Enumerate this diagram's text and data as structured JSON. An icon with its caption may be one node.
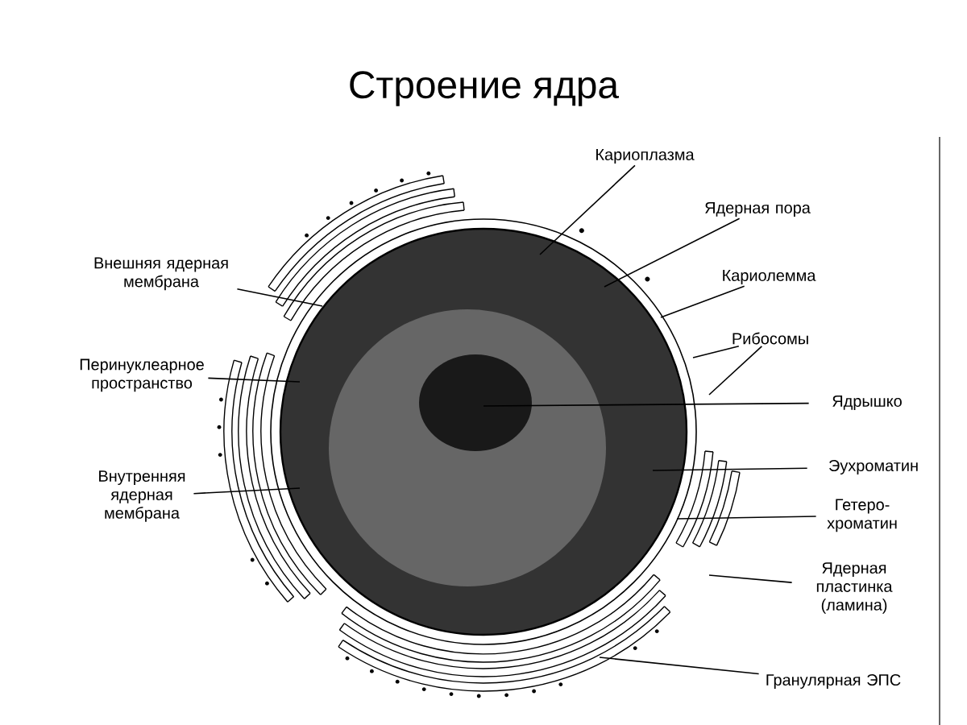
{
  "diagram": {
    "title": "Строение ядра",
    "nodes": [
      {
        "text": [
          "Кариоплазма"
        ]
      },
      {
        "text": [
          "Ядерная пора"
        ]
      },
      {
        "text": [
          "Кариолемма"
        ]
      },
      {
        "text": [
          "Рибосомы"
        ]
      },
      {
        "text": [
          "Ядрышко"
        ]
      },
      {
        "text": [
          "Эухроматин"
        ]
      },
      {
        "text": [
          "Гетеро- хроматин"
        ]
      },
      {
        "text": [
          "Ядерная пластинка (ламина)"
        ]
      },
      {
        "text": [
          "Гранулярная ЭПС"
        ]
      },
      {
        "text": [
          "Внешняя ядерная мембрана"
        ]
      },
      {
        "text": [
          "Перинуклеарное пространство"
        ]
      },
      {
        "text": [
          "Внутренняя ядерная мембрана"
        ]
      }
    ],
    "edges": [
      {
        "from": 0,
        "to": null,
        "arrow": "none"
      },
      {
        "from": 1,
        "to": null,
        "arrow": "none"
      },
      {
        "from": 2,
        "to": null,
        "arrow": "none"
      },
      {
        "from": 3,
        "to": null,
        "arrow": "none"
      },
      {
        "from": 3,
        "to": null,
        "arrow": "none"
      },
      {
        "from": 4,
        "to": null,
        "arrow": "none"
      },
      {
        "from": 5,
        "to": null,
        "arrow": "none"
      },
      {
        "from": 6,
        "to": null,
        "arrow": "none"
      },
      {
        "from": 7,
        "to": null,
        "arrow": "none"
      },
      {
        "from": 8,
        "to": null,
        "arrow": "none"
      },
      {
        "from": 9,
        "to": null,
        "arrow": "none"
      },
      {
        "from": 10,
        "to": null,
        "arrow": "none"
      },
      {
        "from": 11,
        "to": null,
        "arrow": "none"
      }
    ]
  }
}
